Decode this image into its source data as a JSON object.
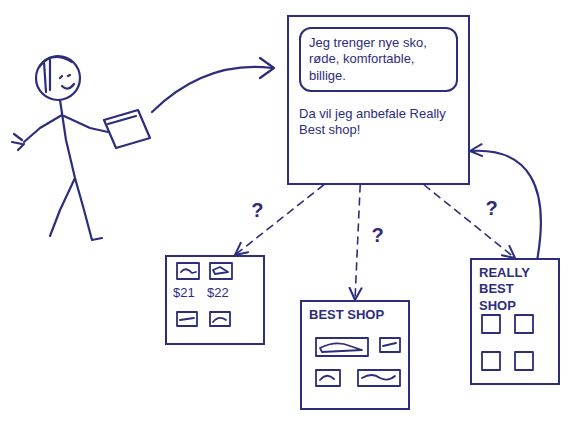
{
  "diagram": {
    "nodes": [
      {
        "text": [
          "Da vil jeg anbefale Really Best shop!"
        ]
      },
      {
        "text": [
          "Jeg trenger nye sko, røde, komfortable, billige."
        ],
        "in": 0
      },
      {
        "text": [
          "$21",
          "$22"
        ]
      },
      {
        "text": [
          "BEST SHOP"
        ]
      },
      {
        "text": [
          "REALLY BEST SHOP"
        ]
      }
    ],
    "edges": [
      {
        "from": 0,
        "to": 2,
        "arrow": "to",
        "label": "?"
      },
      {
        "from": 0,
        "to": 3,
        "arrow": "to",
        "label": "?"
      },
      {
        "from": 0,
        "to": 4,
        "arrow": "to",
        "label": "?"
      },
      {
        "from": 4,
        "to": 0,
        "arrow": "to"
      }
    ]
  }
}
